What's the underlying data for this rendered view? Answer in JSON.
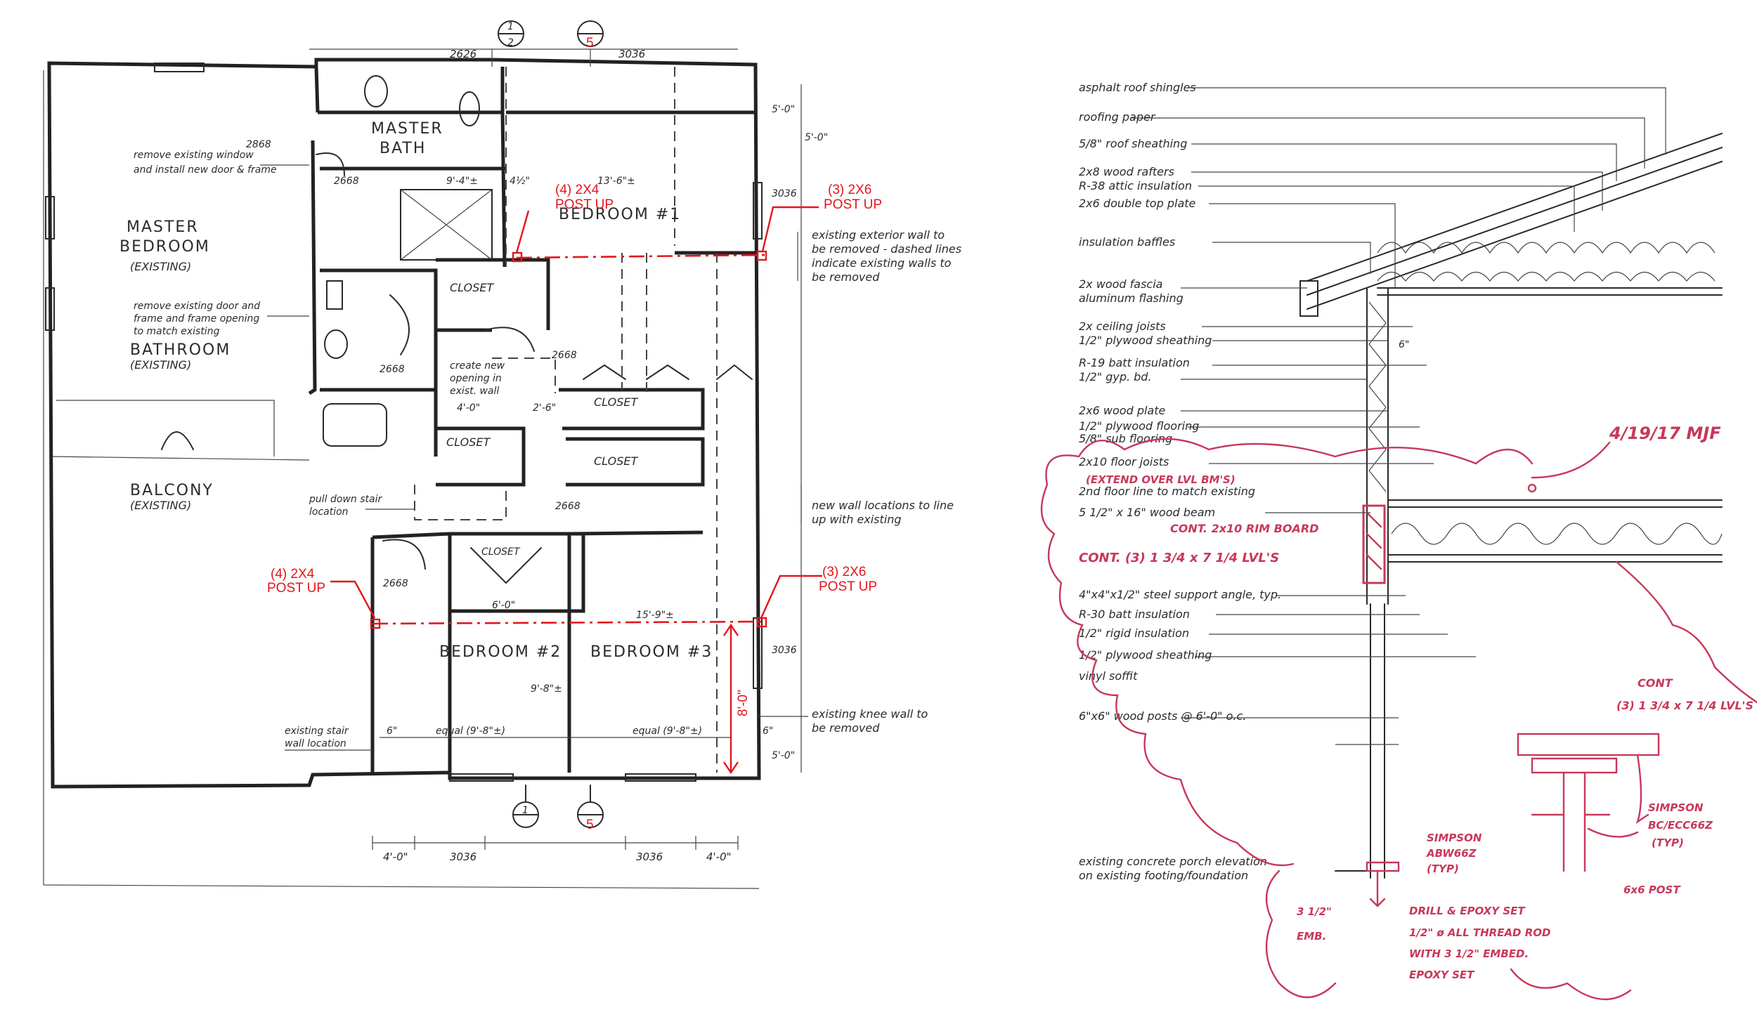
{
  "floor_plan": {
    "rooms": {
      "master_bedroom": [
        "MASTER",
        "BEDROOM",
        "(EXISTING)"
      ],
      "master_bath": [
        "MASTER",
        "BATH"
      ],
      "bathroom": [
        "BATHROOM",
        "(EXISTING)"
      ],
      "balcony": [
        "BALCONY",
        "(EXISTING)"
      ],
      "bedroom1": "BEDROOM #1",
      "bedroom2": "BEDROOM #2",
      "bedroom3": "BEDROOM #3",
      "closets": [
        "CLOSET",
        "CLOSET",
        "CLOSET",
        "CLOSET",
        "CLOSET"
      ]
    },
    "notes": {
      "remove_window": [
        "remove existing window",
        "and install new door & frame"
      ],
      "remove_door": [
        "remove existing door and",
        "frame and frame opening",
        "to match existing"
      ],
      "create_opening": [
        "create new",
        "opening in",
        "exist. wall"
      ],
      "exterior_wall": [
        "existing exterior wall to",
        "be removed - dashed lines",
        "indicate existing walls to",
        "be removed"
      ],
      "pull_down": [
        "pull down stair",
        "location"
      ],
      "new_wall": [
        "new wall locations to line",
        "up with existing"
      ],
      "knee_wall": [
        "existing knee wall to",
        "be removed"
      ],
      "stair_wall": [
        "existing stair",
        "wall location"
      ]
    },
    "red_notes": {
      "post_top_left": [
        "(4) 2X4",
        "POST UP"
      ],
      "post_top_right": [
        "(3) 2X6",
        "POST UP"
      ],
      "post_bottom_left": [
        "(4) 2X4",
        "POST UP"
      ],
      "post_bottom_right": [
        "(3) 2X6",
        "POST UP"
      ],
      "dim_8ft": "8'-0\""
    },
    "dims": {
      "top": [
        "2626",
        "3036"
      ],
      "bottom": [
        "4'-0\"",
        "3036",
        "3036",
        "4'-0\""
      ],
      "door_2868": "2868",
      "door_2668_a": "2668",
      "door_2668_b": "2668",
      "door_2668_c": "2668",
      "door_2668_d": "2668",
      "door_2668_e": "2668",
      "d_9_4": "9'-4\"±",
      "d_4_half": "4½\"",
      "d_13_6": "13'-6\"±",
      "d_5_0": "5'-0\"",
      "d_4_0": "4'-0\"",
      "d_2_6": "2'-6\"",
      "d_6_0": "6'-0\"",
      "d_15_9": "15'-9\"±",
      "d_9_8": "9'-8\"±",
      "d_6": "6\"",
      "equal_left": "equal (9'-8\"±)",
      "equal_right": "equal (9'-8\"±)",
      "right_3036_a": "3036",
      "right_3036_b": "3036",
      "right_5_0_a": "5'-0\"",
      "right_5_0_b": "5'-0\""
    },
    "section_markers": {
      "top_1": [
        "1",
        "2"
      ],
      "top_5": "5",
      "bottom_1": "1",
      "bottom_5": "5"
    }
  },
  "section_detail": {
    "labels": [
      "asphalt roof shingles",
      "roofing paper",
      "5/8\" roof sheathing",
      "2x8 wood rafters",
      "R-38 attic insulation",
      "2x6 double top plate",
      "insulation baffles",
      "2x wood fascia",
      "aluminum flashing",
      "2x ceiling joists",
      "1/2\" plywood sheathing",
      "R-19 batt insulation",
      "1/2\" gyp. bd.",
      "2x6 wood plate",
      "1/2\" plywood flooring",
      "5/8\" sub flooring",
      "2x10 floor joists",
      "2nd floor line to match existing",
      "5 1/2\" x 16\" wood beam",
      "4\"x4\"x1/2\" steel support angle, typ.",
      "R-30 batt insulation",
      "1/2\" rigid insulation",
      "1/2\" plywood sheathing",
      "vinyl soffit",
      "6\"x6\" wood posts @ 6'-0\" o.c.",
      "existing concrete porch elevation",
      "on existing footing/foundation"
    ],
    "dim_6": "6\"",
    "markups": {
      "date": "4/19/17 MJF",
      "extend": "(EXTEND OVER LVL BM'S)",
      "rim": "CONT. 2x10 RIM BOARD",
      "lvl": "CONT. (3) 1 3/4 x 7 1/4 LVL'S",
      "detail_title": [
        "CONT",
        "(3) 1 3/4 x 7 1/4 LVL'S"
      ],
      "simpson_right": [
        "SIMPSON",
        "BC/ECC66Z",
        "(TYP)"
      ],
      "post_6x6": "6x6 POST",
      "simpson_base": [
        "SIMPSON",
        "ABW66Z",
        "(TYP)"
      ],
      "emb": [
        "3 1/2\"",
        "EMB."
      ],
      "drill": [
        "DRILL & EPOXY SET",
        "1/2\" ø ALL THREAD ROD",
        "WITH 3 1/2\" EMBED.",
        "EPOXY SET"
      ]
    }
  },
  "colors": {
    "ink": "#2a2a2a",
    "red_markup": "#e4161b",
    "pen_markup": "#c8385a",
    "background": "#ffffff"
  }
}
